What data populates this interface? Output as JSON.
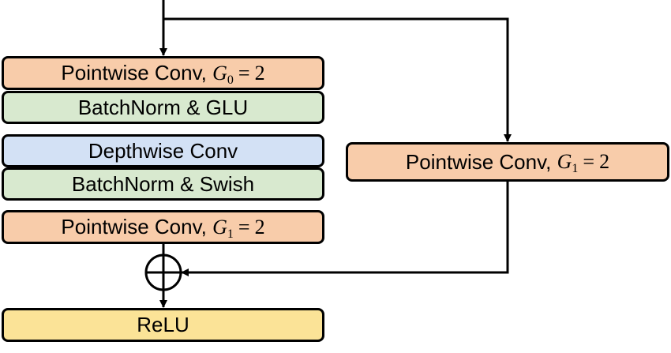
{
  "colors": {
    "pointwise": "#f8ccaa",
    "batchnorm": "#d8e9cf",
    "depthwise": "#d3e1f5",
    "relu": "#fbe397",
    "line": "#000000"
  },
  "blocks": {
    "pointwise_conv_0": {
      "label": "Pointwise Conv,",
      "var": "G",
      "sub": "0",
      "eq": "=",
      "val": "2"
    },
    "batchnorm_glu": {
      "label": "BatchNorm & GLU"
    },
    "depthwise_conv": {
      "label": "Depthwise Conv"
    },
    "batchnorm_swish": {
      "label": "BatchNorm & Swish"
    },
    "pointwise_conv_1": {
      "label": "Pointwise Conv,",
      "var": "G",
      "sub": "1",
      "eq": "=",
      "val": "2"
    },
    "residual_pointwise_conv": {
      "label": "Pointwise Conv,",
      "var": "G",
      "sub": "1",
      "eq": "=",
      "val": "2"
    },
    "relu": {
      "label": "ReLU"
    }
  },
  "nodes": {
    "add": {
      "symbol": "⊕",
      "meaning": "elementwise-add"
    }
  }
}
